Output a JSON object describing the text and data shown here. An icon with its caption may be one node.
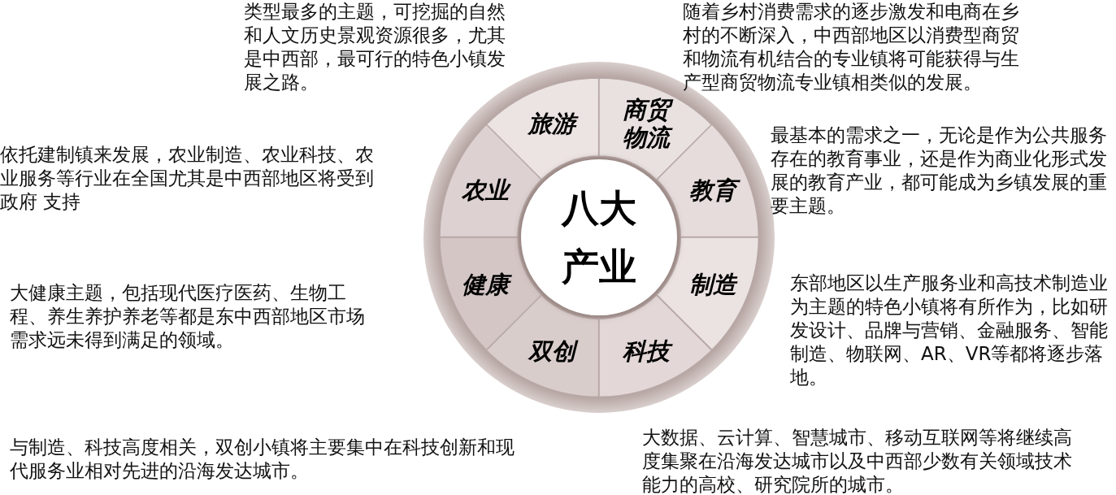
{
  "diagram": {
    "nodes": [
      {
        "text": [
          "八大产业"
        ]
      },
      {
        "text": [
          "旅游"
        ]
      },
      {
        "text": [
          "商贸物流"
        ]
      },
      {
        "text": [
          "教育"
        ]
      },
      {
        "text": [
          "制造"
        ]
      },
      {
        "text": [
          "科技"
        ]
      },
      {
        "text": [
          "双创"
        ]
      },
      {
        "text": [
          "健康"
        ]
      },
      {
        "text": [
          "农业"
        ]
      }
    ],
    "edges": [],
    "labels": [
      "类型最多的主题，可挖掘的自然和人文历史景观资源很多，尤其是中西部，最可行的特色小镇发展之路。",
      "随着乡村消费需求的逐步激发和电商在乡村的不断深入，中西部地区以消费型商贸和物流有机结合的专业镇将可能获得与生产型商贸物流专业镇相类似的发展。",
      "最基本的需求之一，无论是作为公共服务存在的教育事业，还是作为商业化形式发展的教育产业，都可能成为乡镇发展的重要主题。",
      "依托建制镇来发展，农业制造、农业科技、农业服务等行业在全国尤其是中西部地区将受到政府 支持",
      "东部地区以生产服务业和高技术制造业为主题的特色小镇将有所作为，比如研发设计、品牌与营销、金融服务、智能制造、物联网、AR、VR等都将逐步落地。",
      "大健康主题，包括现代医疗医药、生物工程、养生养护养老等都是东中西部地区市场需求远未得到满足的领域。",
      "大数据、云计算、智慧城市、移动互联网等将继续高度集聚在沿海发达城市以及中西部少数有关领域技术能力的高校、研究院所的城市。",
      "与制造、科技高度相关，双创小镇将主要集中在科技创新和现代服务业相对先进的沿海发达城市。"
    ]
  }
}
